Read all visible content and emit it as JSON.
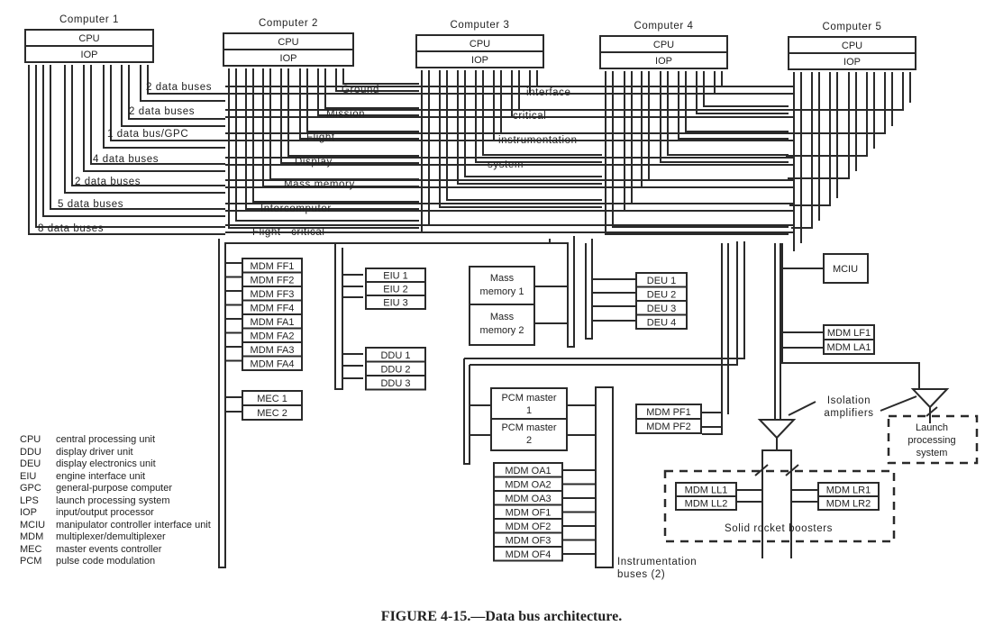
{
  "computers": [
    {
      "title": "Computer 1",
      "cpu": "CPU",
      "iop": "IOP"
    },
    {
      "title": "Computer 2",
      "cpu": "CPU",
      "iop": "IOP"
    },
    {
      "title": "Computer 3",
      "cpu": "CPU",
      "iop": "IOP"
    },
    {
      "title": "Computer 4",
      "cpu": "CPU",
      "iop": "IOP"
    },
    {
      "title": "Computer 5",
      "cpu": "CPU",
      "iop": "IOP"
    }
  ],
  "bus_counts": [
    "2 data buses",
    "2 data buses",
    "1 data bus/GPC",
    "4 data buses",
    "2 data buses",
    "5 data buses",
    "8 data buses"
  ],
  "bus_names": [
    "Ground",
    "interface",
    "Mission",
    "critical",
    "Flight",
    "instrumentation",
    "Display",
    "system",
    "Mass memory",
    "Intercomputer",
    "Flight   critical"
  ],
  "units": {
    "mdm_f": [
      "MDM FF1",
      "MDM FF2",
      "MDM FF3",
      "MDM FF4",
      "MDM FA1",
      "MDM FA2",
      "MDM FA3",
      "MDM FA4"
    ],
    "mec": [
      "MEC 1",
      "MEC 2"
    ],
    "eiu": [
      "EIU 1",
      "EIU 2",
      "EIU 3"
    ],
    "ddu": [
      "DDU 1",
      "DDU 2",
      "DDU 3"
    ],
    "mass_memory": [
      "Mass memory 1",
      "Mass memory 2"
    ],
    "deu": [
      "DEU 1",
      "DEU 2",
      "DEU 3",
      "DEU 4"
    ],
    "pcm": [
      "PCM master 1",
      "PCM master 2"
    ],
    "mdm_o": [
      "MDM OA1",
      "MDM OA2",
      "MDM OA3",
      "MDM OF1",
      "MDM OF2",
      "MDM OF3",
      "MDM OF4"
    ],
    "mdm_p": [
      "MDM PF1",
      "MDM PF2"
    ],
    "mciu": "MCIU",
    "mdm_l": [
      "MDM LF1",
      "MDM LA1"
    ],
    "mdm_ll": [
      "MDM LL1",
      "MDM LL2"
    ],
    "mdm_lr": [
      "MDM LR1",
      "MDM LR2"
    ]
  },
  "annotations": {
    "isolation_amplifiers": "Isolation amplifiers",
    "launch_processing": "Launch processing system",
    "solid_rocket_boosters": "Solid rocket boosters",
    "instrumentation_buses": "Instrumentation buses (2)"
  },
  "legend": [
    {
      "abbr": "CPU",
      "text": "central processing unit"
    },
    {
      "abbr": "DDU",
      "text": "display driver unit"
    },
    {
      "abbr": "DEU",
      "text": "display electronics unit"
    },
    {
      "abbr": "EIU",
      "text": "engine interface unit"
    },
    {
      "abbr": "GPC",
      "text": "general-purpose computer"
    },
    {
      "abbr": "LPS",
      "text": "launch processing system"
    },
    {
      "abbr": "IOP",
      "text": "input/output processor"
    },
    {
      "abbr": "MCIU",
      "text": "manipulator controller interface unit"
    },
    {
      "abbr": "MDM",
      "text": "multiplexer/demultiplexer"
    },
    {
      "abbr": "MEC",
      "text": "master events controller"
    },
    {
      "abbr": "PCM",
      "text": "pulse code modulation"
    }
  ],
  "caption": "FIGURE 4-15.—Data bus architecture."
}
